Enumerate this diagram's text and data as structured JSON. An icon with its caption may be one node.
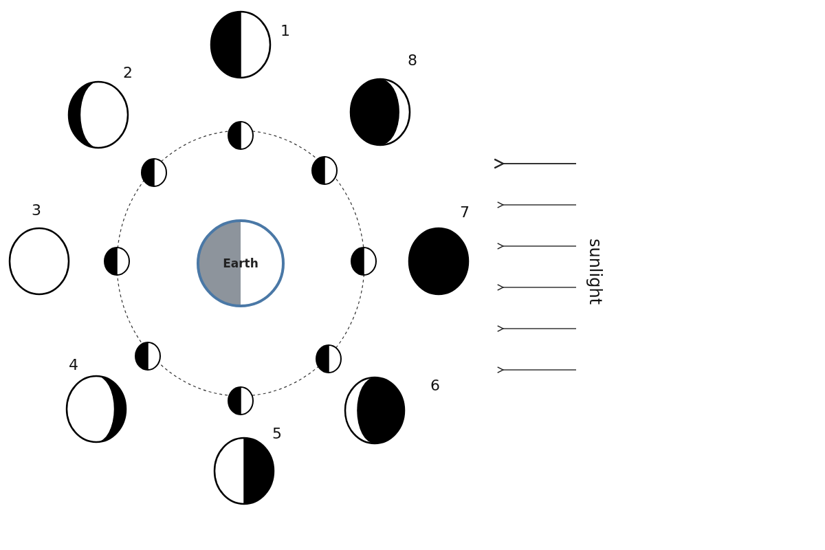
{
  "diagram": {
    "nodes": [
      {
        "text": [
          "Earth"
        ]
      }
    ],
    "edges": [],
    "labels": [
      "1",
      "8",
      "2",
      "3",
      "7",
      "sunlight",
      "4",
      "6",
      "5"
    ]
  }
}
